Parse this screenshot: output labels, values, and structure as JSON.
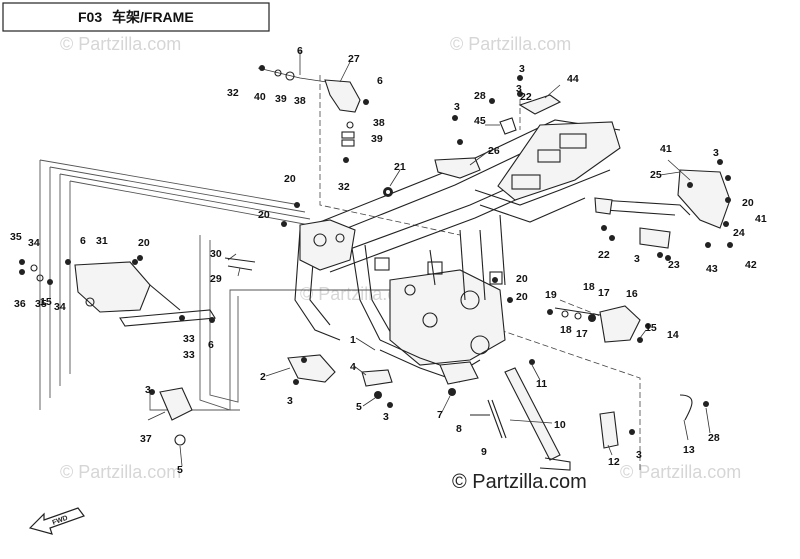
{
  "title": {
    "code": "F03",
    "name": "车架/FRAME"
  },
  "watermarks": [
    {
      "text": "© Partzilla.com",
      "style": "faint"
    },
    {
      "text": "© Partzilla.com",
      "style": "faint"
    },
    {
      "text": "© Partzilla.com",
      "style": "faint"
    },
    {
      "text": "© Partzilla.com",
      "style": "faint"
    },
    {
      "text": "© Partzilla.com",
      "style": "faint"
    },
    {
      "text": "© Partzilla.com",
      "style": "main"
    }
  ],
  "fwd_label": "FWD",
  "callouts": [
    "1",
    "2",
    "3",
    "3",
    "3",
    "3",
    "3",
    "3",
    "3",
    "3",
    "3",
    "4",
    "5",
    "5",
    "6",
    "6",
    "6",
    "6",
    "7",
    "8",
    "9",
    "10",
    "11",
    "12",
    "13",
    "14",
    "15",
    "15",
    "16",
    "17",
    "17",
    "18",
    "18",
    "19",
    "20",
    "20",
    "20",
    "20",
    "20",
    "20",
    "21",
    "22",
    "22",
    "23",
    "24",
    "25",
    "26",
    "27",
    "28",
    "28",
    "29",
    "30",
    "31",
    "32",
    "32",
    "33",
    "33",
    "34",
    "34",
    "35",
    "35",
    "36",
    "37",
    "38",
    "38",
    "39",
    "39",
    "40",
    "41",
    "41",
    "42",
    "43",
    "44",
    "45"
  ]
}
